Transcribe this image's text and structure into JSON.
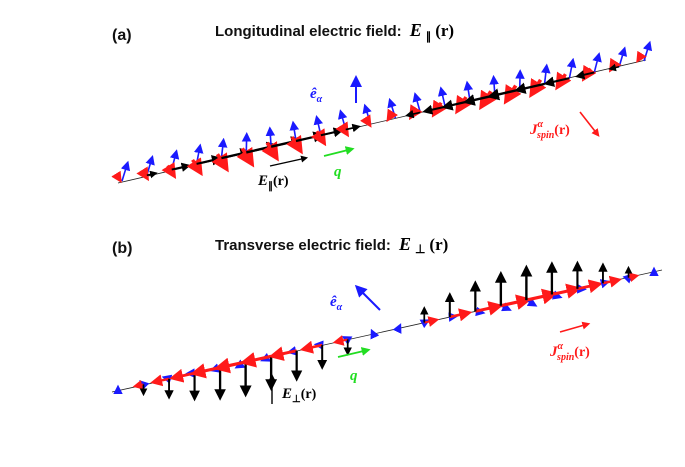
{
  "panels": {
    "a": {
      "tag": "(a)",
      "title": "Longitudinal electric field:",
      "title_sym": "E",
      "title_sub": "∥",
      "title_arg": "(r)",
      "labels": {
        "e_hat": "ê",
        "e_sub": "α",
        "J": "J",
        "J_sup": "α",
        "J_sub": "spin",
        "J_arg": "(r)",
        "E": "E",
        "E_sub": "∥",
        "E_arg": "(r)",
        "q": "q"
      }
    },
    "b": {
      "tag": "(b)",
      "title": "Transverse electric field:",
      "title_sym": "E",
      "title_sub": "⊥",
      "title_arg": "(r)",
      "labels": {
        "e_hat": "ê",
        "e_sub": "α",
        "J": "J",
        "J_sup": "α",
        "J_sub": "spin",
        "J_arg": "(r)",
        "E": "E",
        "E_sub": "⊥",
        "E_arg": "(r)",
        "q": "q"
      }
    }
  },
  "colors": {
    "spin": "#1a1aff",
    "current": "#ff1a1a",
    "field": "#000000",
    "wavevector": "#22dd22"
  }
}
